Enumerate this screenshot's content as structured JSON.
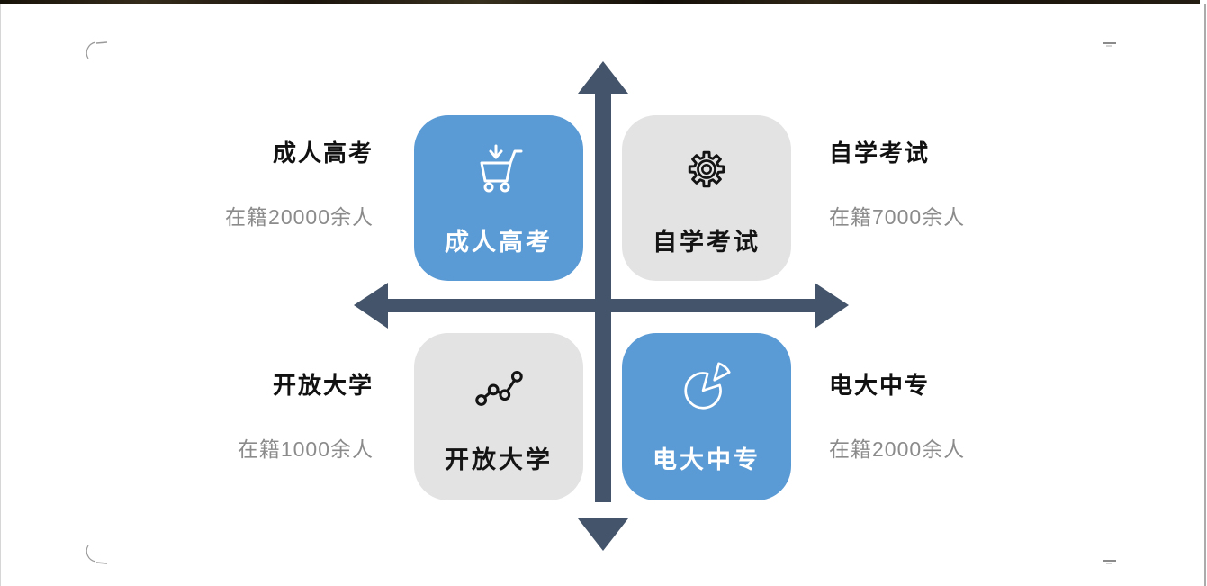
{
  "window": {
    "background": "#ffffff",
    "top_strip_color": "#1d1710",
    "right_border_color": "#ababab"
  },
  "diagram": {
    "type": "four-quadrant-matrix",
    "axis_color": "#44546A",
    "card_colors": {
      "blue": "#5B9BD5",
      "gray": "#E3E3E3"
    },
    "text_colors": {
      "annotation_title": "#111111",
      "annotation_subtitle": "#8B8B8B"
    },
    "quadrants": [
      {
        "id": "top-left",
        "card": {
          "label": "成人高考",
          "fill": "#5B9BD5",
          "text_color": "#ffffff",
          "icon": "cart-arrow-down-icon"
        },
        "annotation": {
          "title": "成人高考",
          "subtitle": "在籍20000余人",
          "side": "left"
        }
      },
      {
        "id": "top-right",
        "card": {
          "label": "自学考试",
          "fill": "#E3E3E3",
          "text_color": "#141414",
          "icon": "gear-icon"
        },
        "annotation": {
          "title": "自学考试",
          "subtitle": "在籍7000余人",
          "side": "right"
        }
      },
      {
        "id": "bottom-left",
        "card": {
          "label": "开放大学",
          "fill": "#E3E3E3",
          "text_color": "#141414",
          "icon": "trend-line-dots-icon"
        },
        "annotation": {
          "title": "开放大学",
          "subtitle": "在籍1000余人",
          "side": "left"
        }
      },
      {
        "id": "bottom-right",
        "card": {
          "label": "电大中专",
          "fill": "#5B9BD5",
          "text_color": "#ffffff",
          "icon": "pie-chart-icon"
        },
        "annotation": {
          "title": "电大中专",
          "subtitle": "在籍2000余人",
          "side": "right"
        }
      }
    ]
  }
}
